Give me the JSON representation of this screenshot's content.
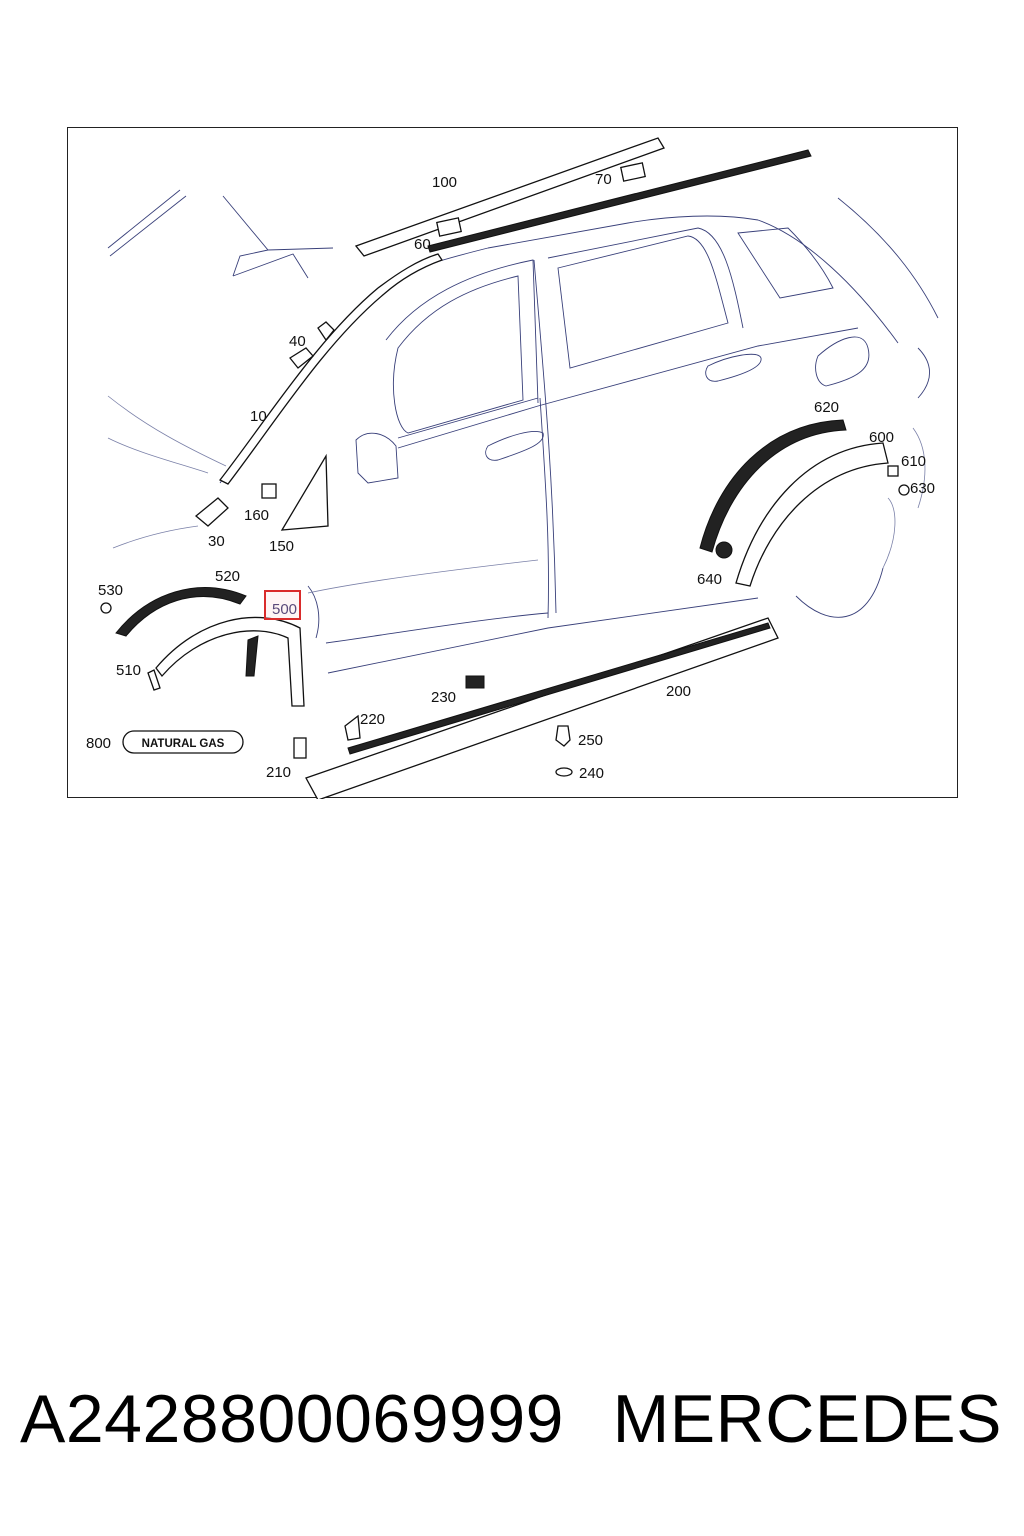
{
  "diagram": {
    "callouts": {
      "c100": "100",
      "c70": "70",
      "c60": "60",
      "c40": "40",
      "c10": "10",
      "c160": "160",
      "c30": "30",
      "c150": "150",
      "c620": "620",
      "c600": "600",
      "c610": "610",
      "c630": "630",
      "c640": "640",
      "c530": "530",
      "c520": "520",
      "c500": "500",
      "c510": "510",
      "c230": "230",
      "c200": "200",
      "c220": "220",
      "c800": "800",
      "c250": "250",
      "c210": "210",
      "c240": "240"
    },
    "highlighted_callout": "500",
    "highlight_color": "#d92b2b",
    "badge_text": "NATURAL GAS"
  },
  "caption": {
    "part_number": "A2428800069999",
    "brand": "MERCEDES"
  }
}
